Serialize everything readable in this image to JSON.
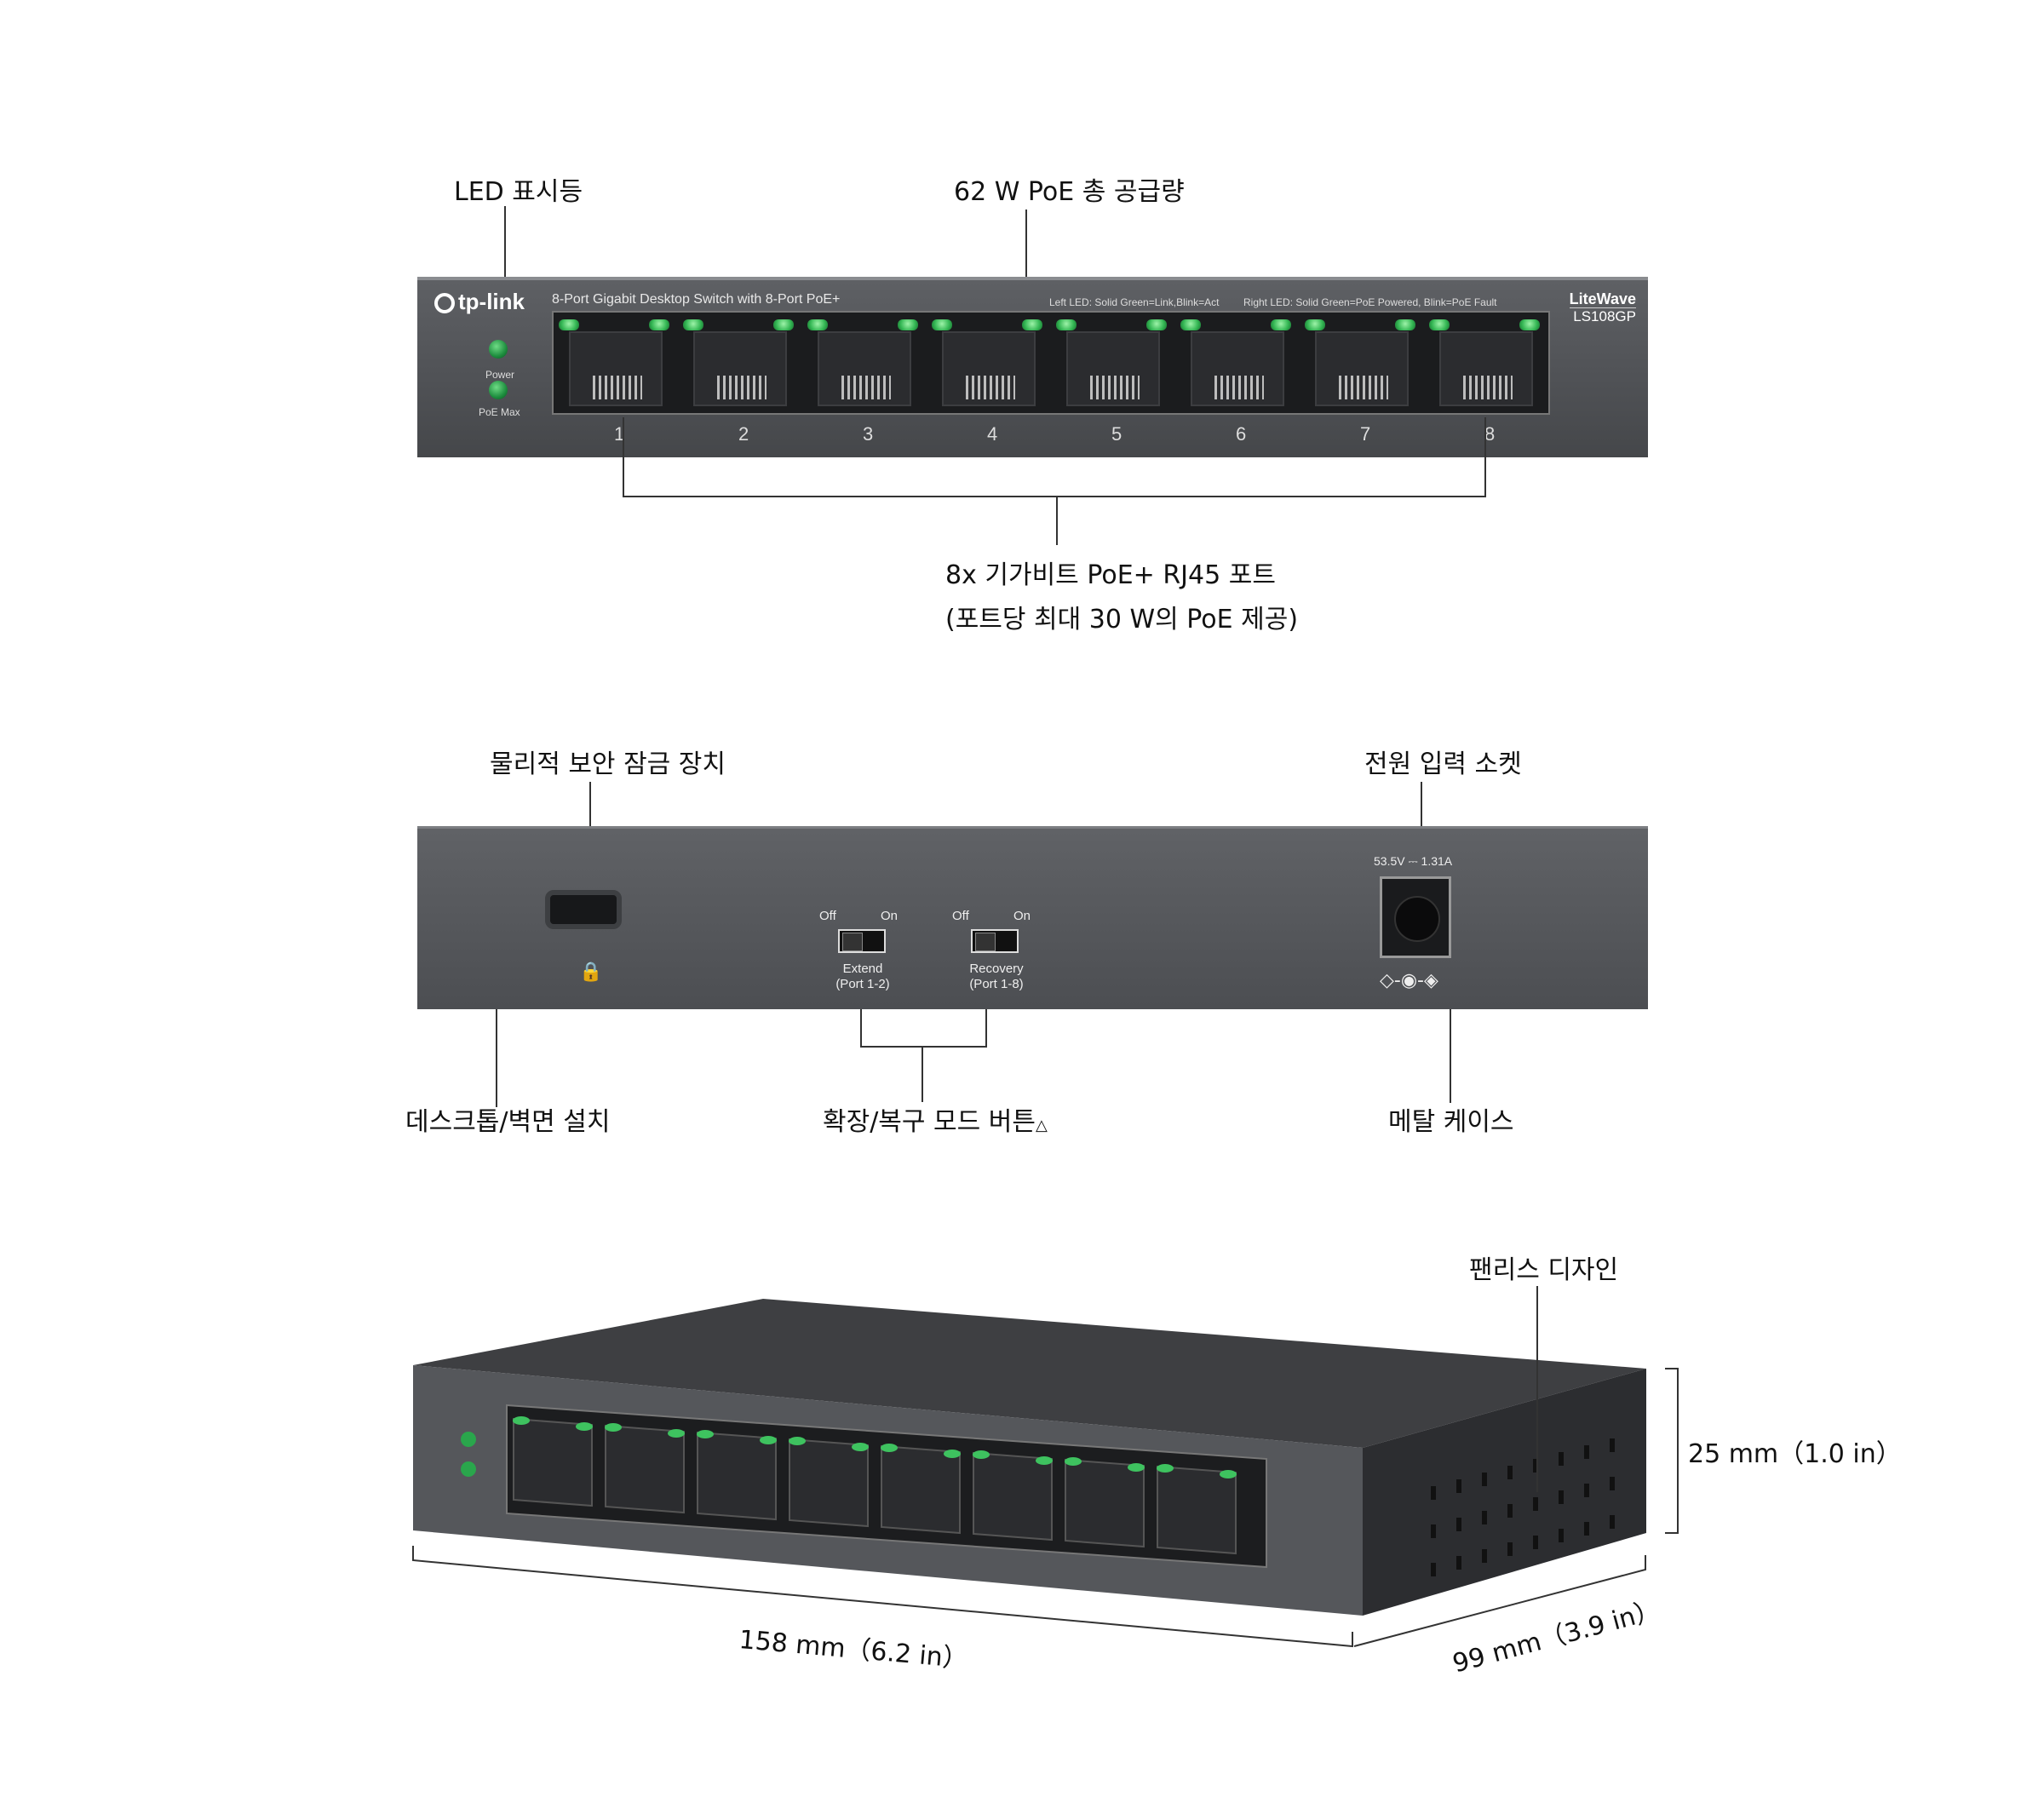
{
  "front_callouts": {
    "led": "LED 표시등",
    "poe_budget": "62 W PoE 총 공급량",
    "ports_line1": "8x 기가비트 PoE+ RJ45 포트",
    "ports_line2": "(포트당 최대 30 W의 PoE 제공)"
  },
  "front_panel": {
    "brand": "tp-link",
    "title": "8-Port Gigabit Desktop Switch with 8-Port PoE+",
    "left_led_legend": "Left LED: Solid Green=Link,Blink=Act",
    "right_led_legend": "Right LED: Solid Green=PoE Powered, Blink=PoE Fault",
    "series": "LiteWave",
    "model": "LS108GP",
    "power_label": "Power",
    "poe_max_label": "PoE Max",
    "ports": [
      "1",
      "2",
      "3",
      "4",
      "5",
      "6",
      "7",
      "8"
    ],
    "led_color": "#33b653"
  },
  "back_callouts": {
    "lock": "물리적 보안 잠금 장치",
    "power_socket": "전원 입력 소켓",
    "desktop_wall": "데스크톱/벽면 설치",
    "mode_buttons": "확장/복구 모드 버튼",
    "metal_case": "메탈 케이스"
  },
  "back_panel": {
    "switch1": {
      "off": "Off",
      "on": "On",
      "name": "Extend",
      "sub": "(Port 1-2)"
    },
    "switch2": {
      "off": "Off",
      "on": "On",
      "name": "Recovery",
      "sub": "(Port 1-8)"
    },
    "power_rating": "53.5V ⎓ 1.31A"
  },
  "iso_view": {
    "fanless": "팬리스 디자인",
    "height": "25 mm（1.0 in）",
    "width": "158 mm（6.2 in）",
    "depth": "99 mm（3.9 in）"
  },
  "icons": {
    "lock": "kensington-lock-icon",
    "polarity": "dc-polarity-icon",
    "triangle": "triangle-icon"
  }
}
